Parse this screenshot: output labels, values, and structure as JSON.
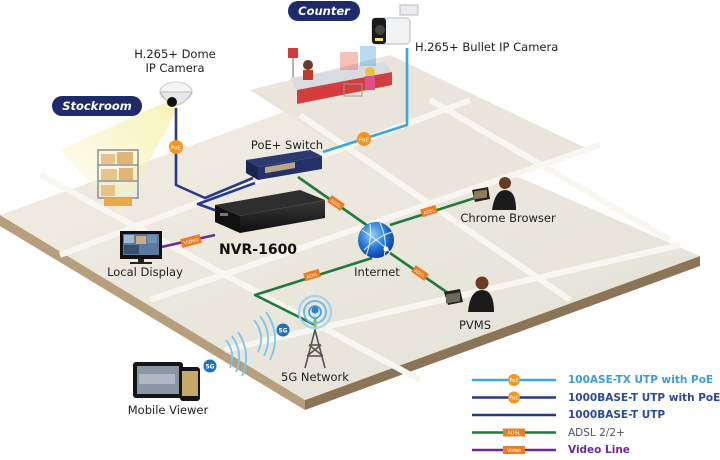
{
  "zones": {
    "counter": "Counter",
    "stockroom": "Stockroom"
  },
  "devices": {
    "dome_camera": "H.265+ Dome\nIP Camera",
    "dome_camera_line1": "H.265+ Dome",
    "dome_camera_line2": "IP Camera",
    "bullet_camera": "H.265+ Bullet IP Camera",
    "poe_switch": "PoE+ Switch",
    "nvr": "NVR-1600",
    "local_display": "Local Display",
    "internet": "Internet",
    "chrome_browser": "Chrome Browser",
    "pvms": "PVMS",
    "network_5g": "5G Network",
    "mobile_viewer": "Mobile Viewer"
  },
  "badges": {
    "poe": "PoE",
    "adsl": "ADSL",
    "video": "Video",
    "g5": "5G"
  },
  "legend": [
    {
      "label": "100ASE-TX UTP with PoE",
      "color": "#3aa7e0",
      "text_color": "#3a9fd8",
      "badge": "PoE",
      "badge_type": "circle"
    },
    {
      "label": "1000BASE-T UTP with PoE",
      "color": "#263a8c",
      "text_color": "#2a4a9a",
      "badge": "PoE",
      "badge_type": "circle"
    },
    {
      "label": "1000BASE-T UTP",
      "color": "#263a8c",
      "text_color": "#2a4a9a",
      "badge": "",
      "badge_type": "none"
    },
    {
      "label": "ADSL 2/2+",
      "color": "#1f7a3e",
      "text_color": "#555555",
      "badge": "ADSL",
      "badge_type": "tag"
    },
    {
      "label": "Video Line",
      "color": "#6a2a9a",
      "text_color": "#6a2a9a",
      "badge": "Video",
      "badge_type": "tag"
    }
  ],
  "colors": {
    "floor_top": "#ebe7dd",
    "floor_edge": "#a8916f",
    "floor_road": "#f7f5ef",
    "navy_pill": "#1f2a6b",
    "poe_orange": "#f5941e",
    "poe_line": "#3aa7e0",
    "utp_line": "#263a8c",
    "adsl_line": "#1f7a3e",
    "video_line": "#6a2a9a"
  }
}
